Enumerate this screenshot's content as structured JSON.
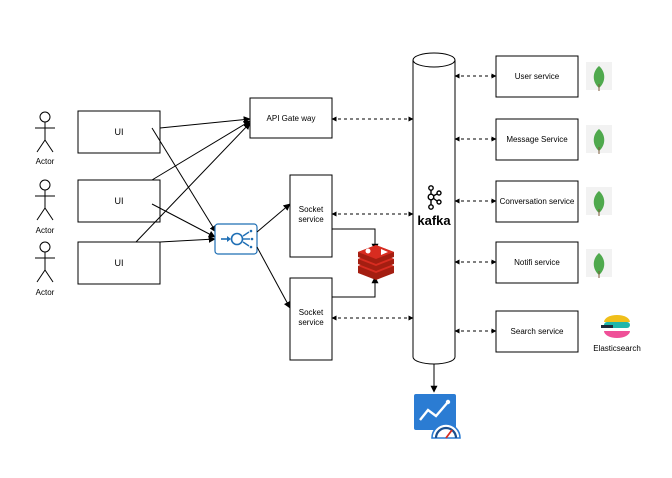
{
  "actors": [
    {
      "label": "Actor"
    },
    {
      "label": "Actor"
    },
    {
      "label": "Actor"
    }
  ],
  "ui_boxes": [
    {
      "label": "UI"
    },
    {
      "label": "UI"
    },
    {
      "label": "UI"
    }
  ],
  "api_gateway": {
    "label": "API Gate way"
  },
  "socket_services": [
    {
      "line1": "Socket",
      "line2": "service"
    },
    {
      "line1": "Socket",
      "line2": "service"
    }
  ],
  "kafka": {
    "label": "kafka"
  },
  "services": [
    {
      "label": "User service",
      "logo": "mongodb-leaf-icon"
    },
    {
      "label": "Message Service",
      "logo": "mongodb-leaf-icon"
    },
    {
      "label": "Conversation service",
      "logo": "mongodb-leaf-icon"
    },
    {
      "label": "Notifi service",
      "logo": "mongodb-leaf-icon"
    },
    {
      "label": "Search service",
      "logo": "elasticsearch-icon"
    }
  ],
  "elasticsearch": {
    "label": "Elasticsearch"
  },
  "icons": {
    "load_balancer": "load-balancer-icon",
    "redis": "redis-icon",
    "monitoring": "monitoring-dashboard-icon"
  },
  "colors": {
    "mongo_green": "#4fa94d",
    "load_balancer_blue": "#1f6fb5",
    "redis_red": "#d82c20",
    "monitor_blue": "#2b7cd3",
    "elastic_yellow": "#f0bf1a",
    "elastic_teal": "#20b6aa",
    "elastic_pink": "#ef5098"
  }
}
